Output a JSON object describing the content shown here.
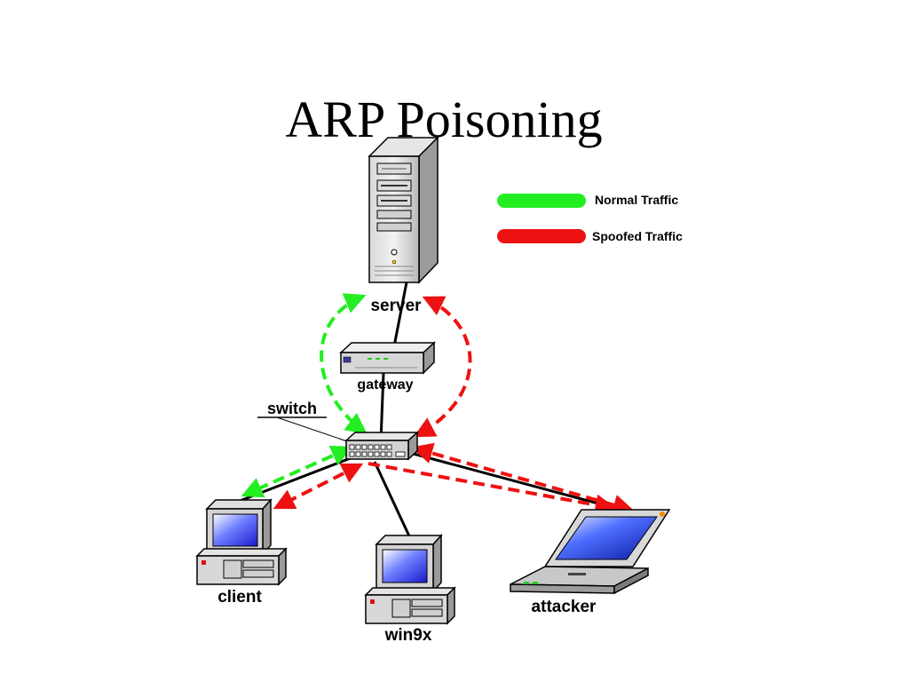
{
  "slide": {
    "title": "ARP Poisoning"
  },
  "legend": {
    "normal_label": "Normal Traffic",
    "spoofed_label": "Spoofed Traffic",
    "normal_color": "#22ee22",
    "spoofed_color": "#ee1111"
  },
  "nodes": {
    "server": "server",
    "gateway": "gateway",
    "switch": "switch",
    "client": "client",
    "win9x": "win9x",
    "attacker": "attacker"
  },
  "icons": [
    "server-tower-icon",
    "router-icon",
    "network-switch-icon",
    "desktop-pc-icon",
    "laptop-icon"
  ]
}
